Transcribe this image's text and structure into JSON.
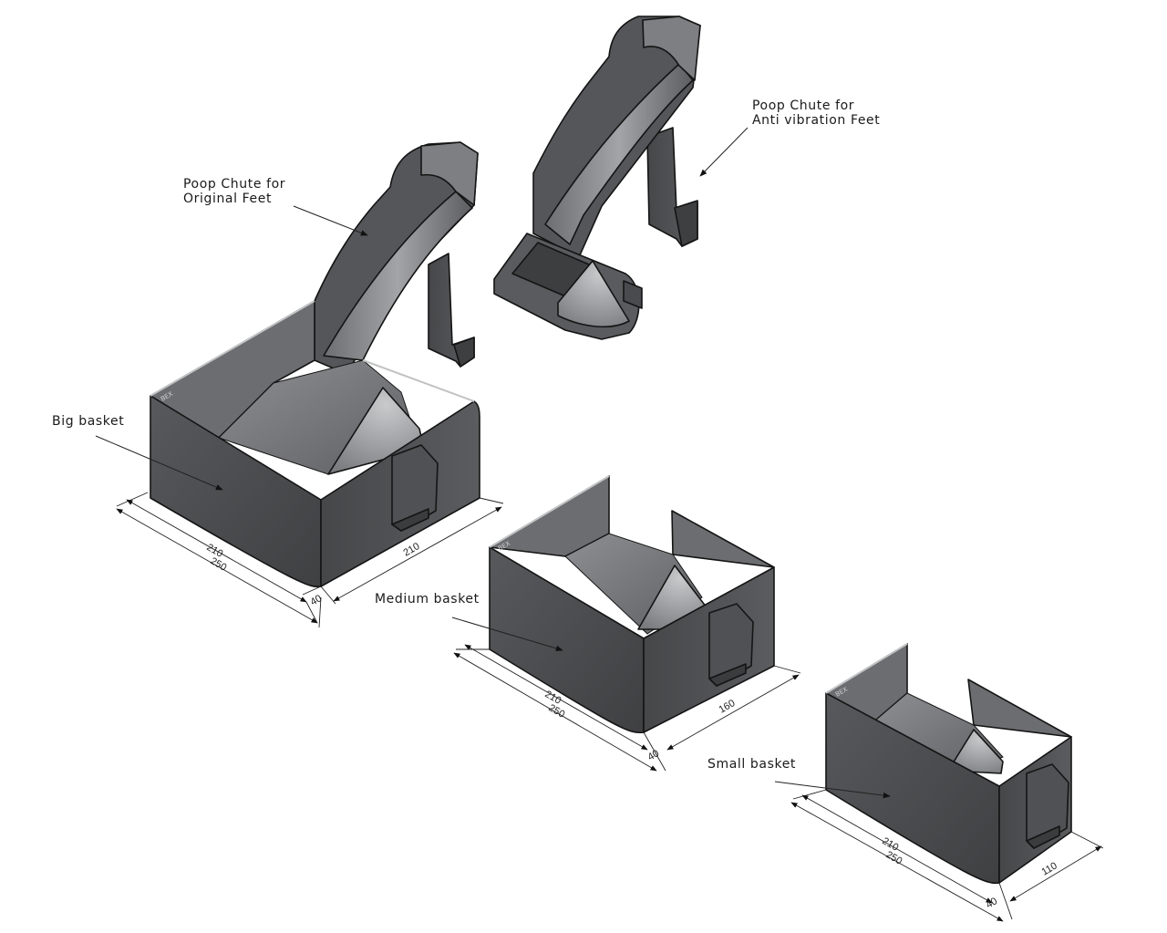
{
  "labels": {
    "chute_original": [
      "Poop Chute for",
      "Original Feet"
    ],
    "chute_anti": [
      "Poop Chute for",
      "Anti vibration Feet"
    ],
    "big_basket": "Big basket",
    "medium_basket": "Medium basket",
    "small_basket": "Small basket"
  },
  "dimensions": {
    "big": {
      "width": "210",
      "depth": "210",
      "overall": "250",
      "handle": "40"
    },
    "medium": {
      "width": "210",
      "depth": "160",
      "overall": "250",
      "handle": "40"
    },
    "small": {
      "width": "210",
      "depth": "110",
      "overall": "250",
      "handle": "40"
    }
  },
  "colors": {
    "dark": "#4a4b4d",
    "mid": "#6a6b6e",
    "light": "#9b9c9f",
    "rim": "#b9babc",
    "edge": "#141414"
  }
}
